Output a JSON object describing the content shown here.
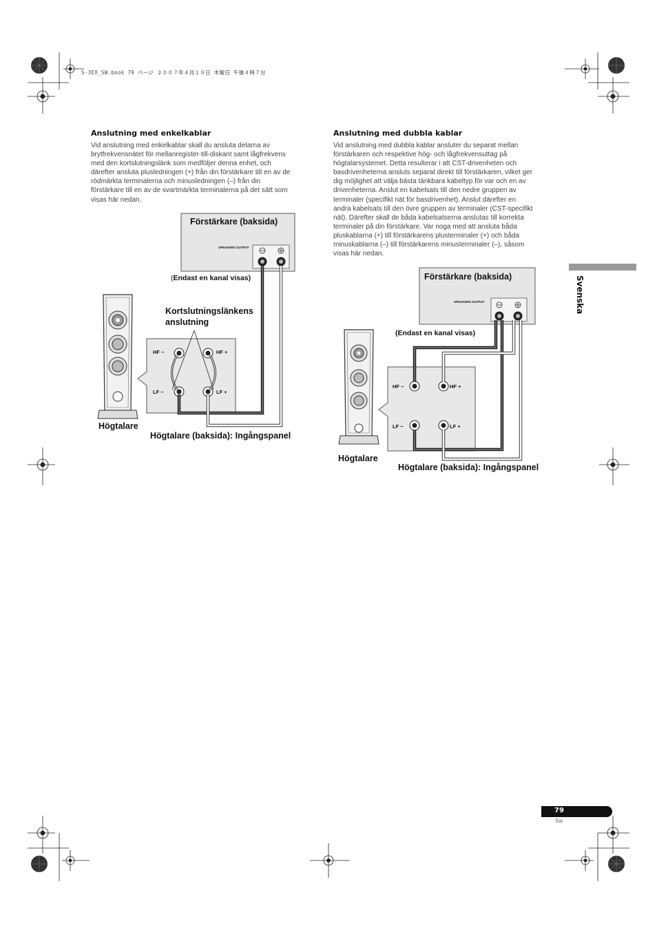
{
  "header": {
    "file_line": "S-3EX_SW.book  79 ページ  ２００７年４月１９日  木曜日  午後４時７分"
  },
  "left": {
    "title": "Anslutning med enkelkablar",
    "lines": [
      "Vid anslutning med enkelkablar skall du ansluta delarna av",
      "brytfrekvensnätet för mellanregister-till-diskant samt lågfrekvens",
      "med den kortslutningslänk som medföljer denna enhet, och",
      "därefter ansluta plusledningen (+) från din förstärkare till en av de",
      "rödmärkta terminalerna och minusledningen (–) från din",
      "förstärkare till en av de svartmärkta terminalerna på det sätt som",
      "visas här nedan."
    ]
  },
  "right": {
    "title": "Anslutning med dubbla kablar",
    "lines": [
      "Vid anslutning med dubbla kablar ansluter du separat mellan",
      "förstärkaren och respektive hög- och lågfrekvensuttag på",
      "högtalarsystemet. Detta resulterar i att CST-drivenheten och",
      "basdrivenheterna ansluts separat direkt till förstärkaren, vilket ger",
      "dig möjlighet att välja bästa tänkbara kabeltyp för var och en av",
      "drivenheterna. Anslut en kabelsats till den nedre gruppen av",
      "terminaler (specifikt nät för basdrivenhet). Anslut därefter en",
      "andra kabelsats till den övre gruppen av terminaler (CST-specifikt",
      "nät). Därefter skall de båda kabelsatserna anslutas till korrekta",
      "terminaler på din förstärkare. Var noga med att ansluta båda",
      "pluskablarna (+) till förstärkarens plusterminaler (+) och båda",
      "minuskablarna (–) till förstärkarens minusterminaler (–), såsom",
      "visas här nedan."
    ]
  },
  "fig1": {
    "amp_label": "Förstärkare (baksida)",
    "speakers_output": "SPEAKERS OUTPUT",
    "one_channel_paren_open": "(",
    "one_channel": "Endast en kanal visas)",
    "link_label_1": "Kortslutningslänkens",
    "link_label_2": "anslutning",
    "hf_minus": "HF −",
    "hf_plus": "HF +",
    "lf_minus": "LF −",
    "lf_plus": "LF +",
    "speaker": "Högtalare",
    "panel": "Högtalare (baksida): Ingångspanel"
  },
  "fig2": {
    "amp_label": "Förstärkare (baksida)",
    "speakers_output": "SPEAKERS OUTPUT",
    "one_channel": "(Endast en kanal visas)",
    "hf_minus": "HF −",
    "hf_plus": "HF +",
    "lf_minus": "LF −",
    "lf_plus": "LF +",
    "speaker": "Högtalare",
    "panel": "Högtalare (baksida): Ingångspanel"
  },
  "side_tab": {
    "label": "Svenska"
  },
  "footer": {
    "page": "79",
    "code": "Sw"
  }
}
